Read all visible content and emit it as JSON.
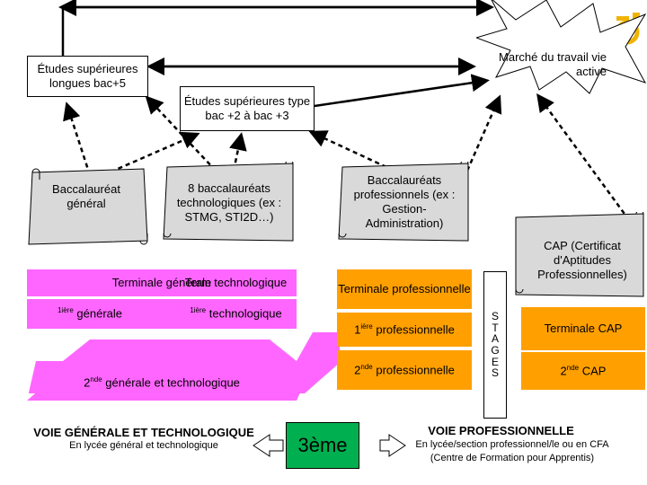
{
  "top": {
    "etudes_longues": "Études supérieures longues bac+5",
    "marche_travail": "Marché du travail vie active",
    "etudes_courtes": "Études supérieures type bac +2 à bac +3"
  },
  "scrolls": {
    "bac_general": "Baccalauréat général",
    "bac_techno": "8 baccalauréats technologiques (ex : STMG, STI2D…)",
    "bac_pro": "Baccalauréats professionnels (ex : Gestion-Administration)",
    "cap": "CAP (Certificat d'Aptitudes Professionnelles)"
  },
  "general": {
    "terminale_generale": "Terminale générale",
    "terminale_techno": "Term technologique",
    "premiere_generale_sup": "1ière",
    "premiere_generale": " générale",
    "premiere_techno_sup": "1ière",
    "premiere_techno": " technologique",
    "seconde_sup": "nde",
    "seconde_num": "2",
    "seconde": " générale et technologique"
  },
  "pro": {
    "terminale_pro": "Terminale professionnelle",
    "premiere_pro_num": "1",
    "premiere_pro_sup": "ière",
    "premiere_pro": " professionnelle",
    "seconde_pro_num": "2",
    "seconde_pro_sup": "nde",
    "seconde_pro": " professionnelle",
    "stages": [
      "S",
      "T",
      "A",
      "G",
      "E",
      "S"
    ],
    "terminale_cap": "Terminale CAP",
    "seconde_cap_num": "2",
    "seconde_cap_sup": "nde",
    "seconde_cap": " CAP"
  },
  "footer": {
    "voie_generale_title": "VOIE GÉNÉRALE ET TECHNOLOGIQUE",
    "voie_generale_sub": "En lycée général et technologique",
    "troisieme": "3ème",
    "voie_pro_title": "VOIE PROFESSIONNELLE",
    "voie_pro_sub": "En lycée/section professionnel/le ou en CFA (Centre de Formation pour Apprentis)"
  },
  "colors": {
    "pink": "#ff66ff",
    "orange": "#ffa000",
    "green": "#00b050",
    "scroll": "#d9d9d9",
    "logo": "#f0b400"
  }
}
